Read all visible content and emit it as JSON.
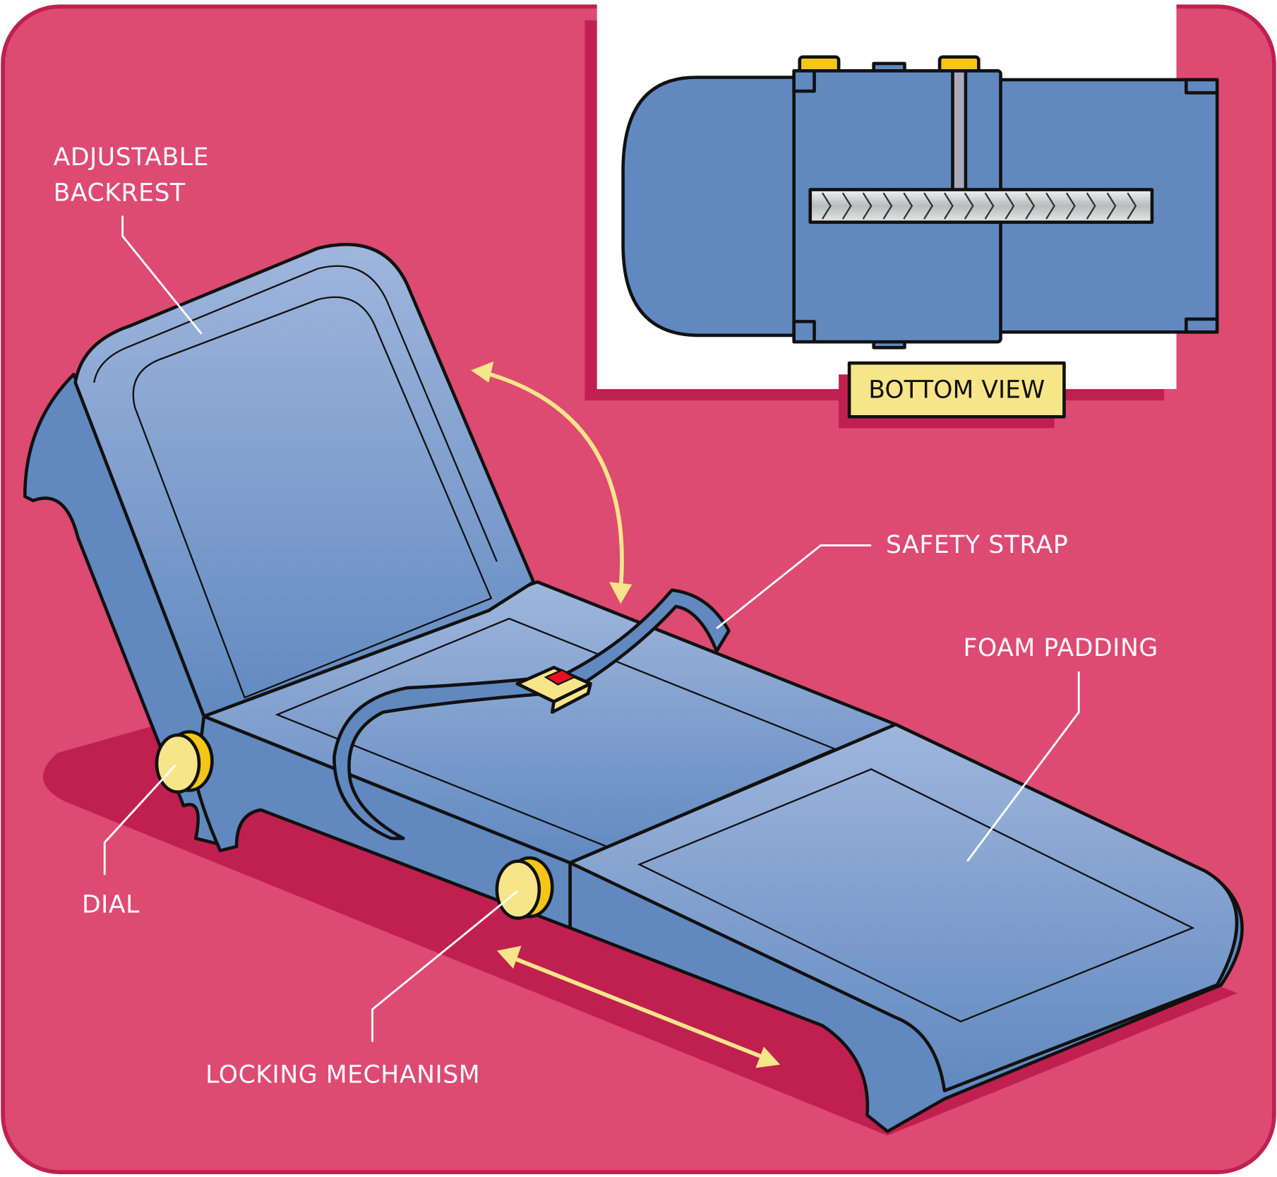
{
  "labels": {
    "backrest_line1": "ADJUSTABLE",
    "backrest_line2": "BACKREST",
    "safety_strap": "SAFETY STRAP",
    "foam_padding": "FOAM PADDING",
    "dial": "DIAL",
    "locking_mechanism": "LOCKING MECHANISM",
    "bottom_view": "BOTTOM VIEW"
  },
  "colors": {
    "background": "#dd4a72",
    "shadow": "#c02050",
    "chair_blue": "#6189c0",
    "chair_light": "#93acd6",
    "pad_dark": "#3e5348",
    "accent_yellow": "#f7e589",
    "buckle_red": "#e8101e"
  }
}
